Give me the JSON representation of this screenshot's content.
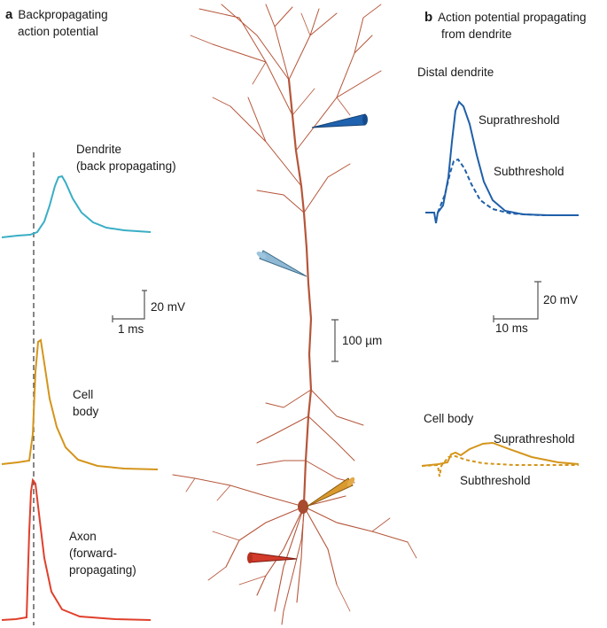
{
  "panel_a": {
    "letter": "a",
    "title_line1": "Backpropagating",
    "title_line2": "action potential",
    "dendrite_line1": "Dendrite",
    "dendrite_line2": "(back propagating)",
    "cell_body_line1": "Cell",
    "cell_body_line2": "body",
    "axon_line1": "Axon",
    "axon_line2": "(forward-",
    "axon_line3": "propagating)",
    "scale_voltage": "20 mV",
    "scale_time": "1 ms"
  },
  "neuron": {
    "scale_length": "100 µm"
  },
  "panel_b": {
    "letter": "b",
    "title_line1": "Action potential propagating",
    "title_line2": "from dendrite",
    "distal_label": "Distal dendrite",
    "supra_top": "Suprathreshold",
    "sub_top": "Subthreshold",
    "scale_voltage": "20 mV",
    "scale_time": "10 ms",
    "cell_body_label": "Cell body",
    "supra_bottom": "Suprathreshold",
    "sub_bottom": "Subthreshold"
  },
  "colors": {
    "dendrite_trace": "#3aaec6",
    "cell_body_trace": "#d4951c",
    "axon_trace": "#e0402c",
    "distal_trace": "#1f5fa8",
    "neuron": "#b5563a",
    "electrode_blue": "#1f62b0",
    "electrode_lightblue": "#8fb8d4",
    "electrode_orange": "#d99a2e",
    "electrode_red": "#d23a2a"
  }
}
